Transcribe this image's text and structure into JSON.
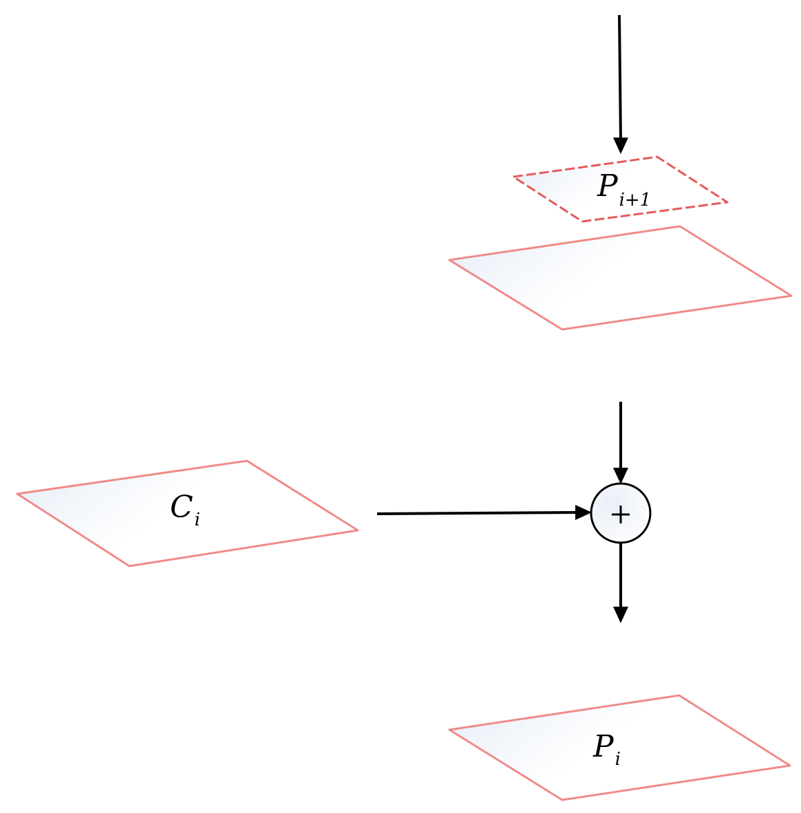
{
  "labels": {
    "p_next": {
      "main": "P",
      "sub": "i+1"
    },
    "c": {
      "main": "C",
      "sub": "i"
    },
    "p": {
      "main": "P",
      "sub": "i"
    }
  },
  "colors": {
    "plane_stroke": "#f08a8a",
    "plane_stroke_dashed": "#e55a5a",
    "plane_fill_light": "#eef3fa",
    "arrow": "#000000"
  }
}
